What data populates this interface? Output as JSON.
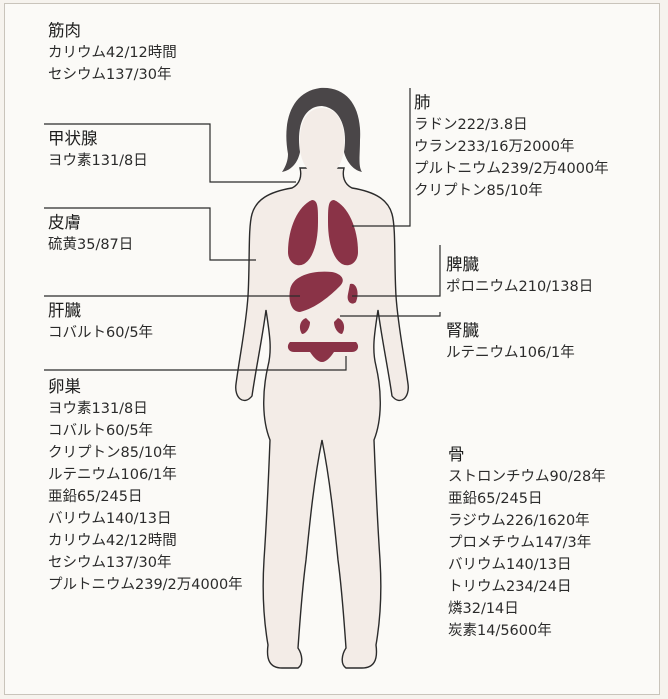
{
  "colors": {
    "background": "#fbfaf7",
    "body_fill": "#f3ece7",
    "body_outline": "#2b2b2b",
    "hair": "#4a4648",
    "organ": "#8a3347",
    "leader_line": "#2b2b2b"
  },
  "organs": {
    "muscle": {
      "title": "筋肉",
      "lines": [
        "カリウム42/12時間",
        "セシウム137/30年"
      ]
    },
    "thyroid": {
      "title": "甲状腺",
      "lines": [
        "ヨウ素131/8日"
      ]
    },
    "skin": {
      "title": "皮膚",
      "lines": [
        "硫黄35/87日"
      ]
    },
    "liver": {
      "title": "肝臓",
      "lines": [
        "コバルト60/5年"
      ]
    },
    "ovary": {
      "title": "卵巣",
      "lines": [
        "ヨウ素131/8日",
        "コバルト60/5年",
        "クリプトン85/10年",
        "ルテニウム106/1年",
        "亜鉛65/245日",
        "バリウム140/13日",
        "カリウム42/12時間",
        "セシウム137/30年",
        "プルトニウム239/2万4000年"
      ]
    },
    "lung": {
      "title": "肺",
      "lines": [
        "ラドン222/3.8日",
        "ウラン233/16万2000年",
        "プルトニウム239/2万4000年",
        "クリプトン85/10年"
      ]
    },
    "spleen": {
      "title": "脾臓",
      "lines": [
        "ポロニウム210/138日"
      ]
    },
    "kidney": {
      "title": "腎臓",
      "lines": [
        "ルテニウム106/1年"
      ]
    },
    "bone": {
      "title": "骨",
      "lines": [
        "ストロンチウム90/28年",
        "亜鉛65/245日",
        "ラジウム226/1620年",
        "プロメチウム147/3年",
        "バリウム140/13日",
        "トリウム234/24日",
        "燐32/14日",
        "炭素14/5600年"
      ]
    }
  }
}
